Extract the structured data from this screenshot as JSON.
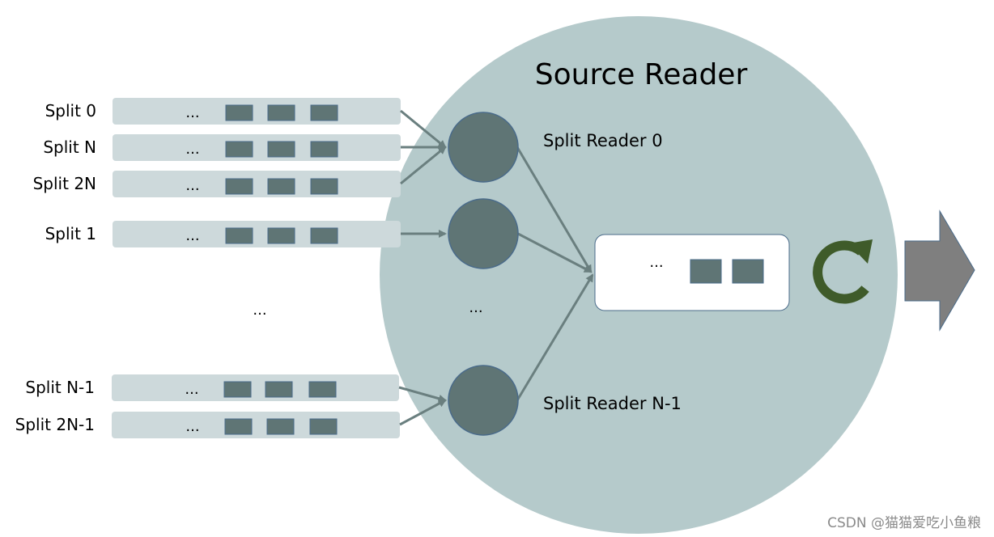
{
  "source_reader": {
    "title": "Source Reader"
  },
  "splits": [
    {
      "label": "Split 0"
    },
    {
      "label": "Split N"
    },
    {
      "label": "Split 2N"
    },
    {
      "label": "Split 1"
    },
    {
      "label": "Split N-1"
    },
    {
      "label": "Split 2N-1"
    }
  ],
  "split_readers": [
    {
      "label": "Split Reader 0"
    },
    {
      "label": ""
    },
    {
      "label": "Split Reader N-1"
    }
  ],
  "ellipsis": "...",
  "watermark": "CSDN @猫猫爱吃小鱼粮",
  "colors": {
    "source_reader_circle": "#b5cacb",
    "split_bar": "#cdd9db",
    "block": "#5f7575",
    "reader_circle": "#5f7575",
    "arrow": "#6a7f7f",
    "loop_icon": "#3f5b2a",
    "output_arrow": "#7f7f7f"
  }
}
